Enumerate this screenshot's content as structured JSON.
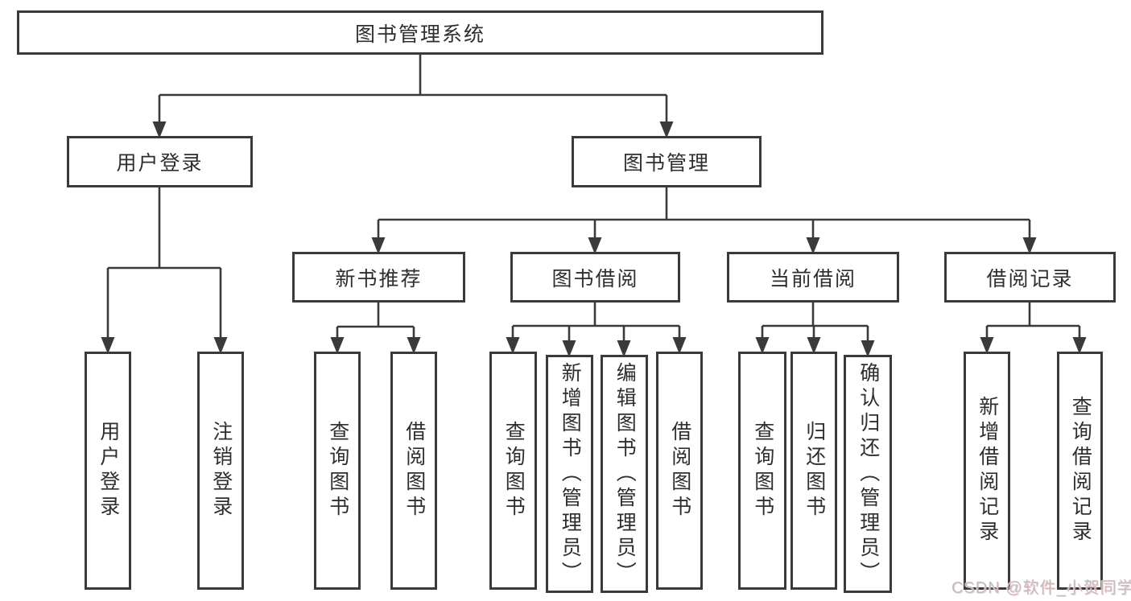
{
  "diagram": {
    "root": {
      "label": "图书管理系统"
    },
    "user_login": {
      "label": "用户登录",
      "children": [
        {
          "label": "用户登录"
        },
        {
          "label": "注销登录"
        }
      ]
    },
    "book_mgmt": {
      "label": "图书管理",
      "groups": [
        {
          "label": "新书推荐",
          "children": [
            {
              "label": "查询图书"
            },
            {
              "label": "借阅图书"
            }
          ]
        },
        {
          "label": "图书借阅",
          "children": [
            {
              "label": "查询图书"
            },
            {
              "label": "新增图书（管理员）"
            },
            {
              "label": "编辑图书（管理员）"
            },
            {
              "label": "借阅图书"
            }
          ]
        },
        {
          "label": "当前借阅",
          "children": [
            {
              "label": "查询图书"
            },
            {
              "label": "归还图书"
            },
            {
              "label": "确认归还（管理员）"
            }
          ]
        },
        {
          "label": "借阅记录",
          "children": [
            {
              "label": "新增借阅记录"
            },
            {
              "label": "查询借阅记录"
            }
          ]
        }
      ]
    },
    "watermark": "CSDN @软件_小贺同学"
  }
}
